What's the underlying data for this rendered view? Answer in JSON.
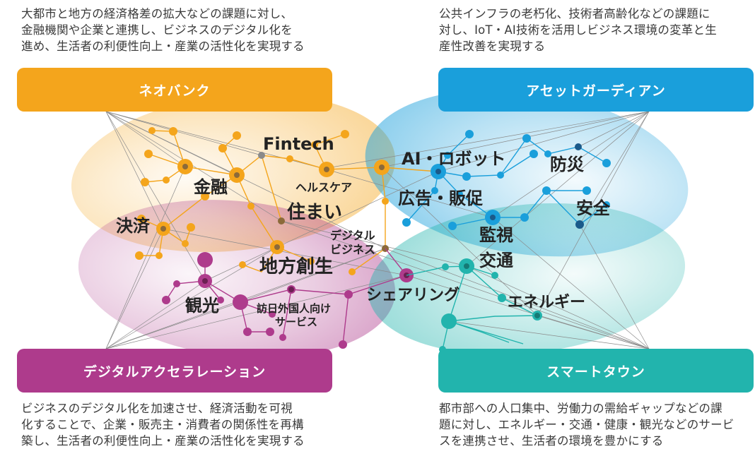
{
  "descriptions": {
    "top_left": [
      "大都市と地方の経済格差の拡大などの課題に対し、",
      "金融機関や企業と連携し、ビジネスのデジタル化を",
      "進め、生活者の利便性向上・産業の活性化を実現する"
    ],
    "top_right": [
      "公共インフラの老朽化、技術者高齢化などの課題に",
      "対し、IoT・AI技術を活用しビジネス環境の変革と生",
      "産性改善を実現する"
    ],
    "bottom_left": [
      "ビジネスのデジタル化を加速させ、経済活動を可視",
      "化することで、企業・販売主・消費者の関係性を再構",
      "築し、生活者の利便性向上・産業の活性化を実現する"
    ],
    "bottom_right": [
      "都市部への人口集中、労働力の需給ギャップなどの課",
      "題に対し、エネルギー・交通・健康・観光などのサービ",
      "スを連携させ、生活者の環境を豊かにする"
    ]
  },
  "headers": {
    "neobank": "ネオバンク",
    "asset_guardian": "アセットガーディアン",
    "digital_acceleration": "デジタルアクセラレーション",
    "smart_town": "スマートタウン"
  },
  "labels": {
    "fintech": "Fintech",
    "ai_robot": "AI・ロボット",
    "disaster": "防災",
    "finance": "金融",
    "healthcare": "ヘルスケア",
    "housing": "住まい",
    "advertising": "広告・販促",
    "safety": "安全",
    "payment": "決済",
    "digital_business_1": "デジタル",
    "digital_business_2": "ビジネス",
    "monitoring": "監視",
    "transport": "交通",
    "regional": "地方創生",
    "tourism": "観光",
    "sharing": "シェアリング",
    "energy": "エネルギー",
    "inbound_1": "訪日外国人向け",
    "inbound_2": "サービス"
  },
  "colors": {
    "orange": "#F4A51C",
    "blue": "#1A9FDB",
    "magenta": "#AE3B8C",
    "teal": "#22B4AD",
    "dark_node": "#8C6A3A",
    "gray_line": "#8a8a8a"
  }
}
